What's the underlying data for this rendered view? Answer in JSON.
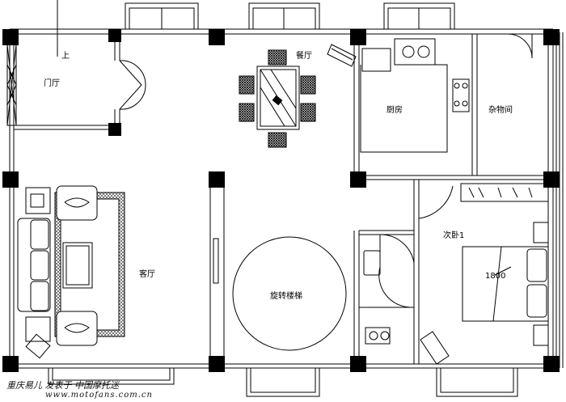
{
  "rooms": {
    "foyer": "门厅",
    "up_mark": "上",
    "dining": "餐厅",
    "kitchen": "厨房",
    "storage": "杂物间",
    "living": "客厅",
    "stair": "旋转楼梯",
    "bedroom": "次卧1",
    "bed_size": "1800"
  },
  "watermark": {
    "line1": "重庆易儿  发表于  中国摩托迷",
    "line2": "www.motofans.com.cn"
  }
}
